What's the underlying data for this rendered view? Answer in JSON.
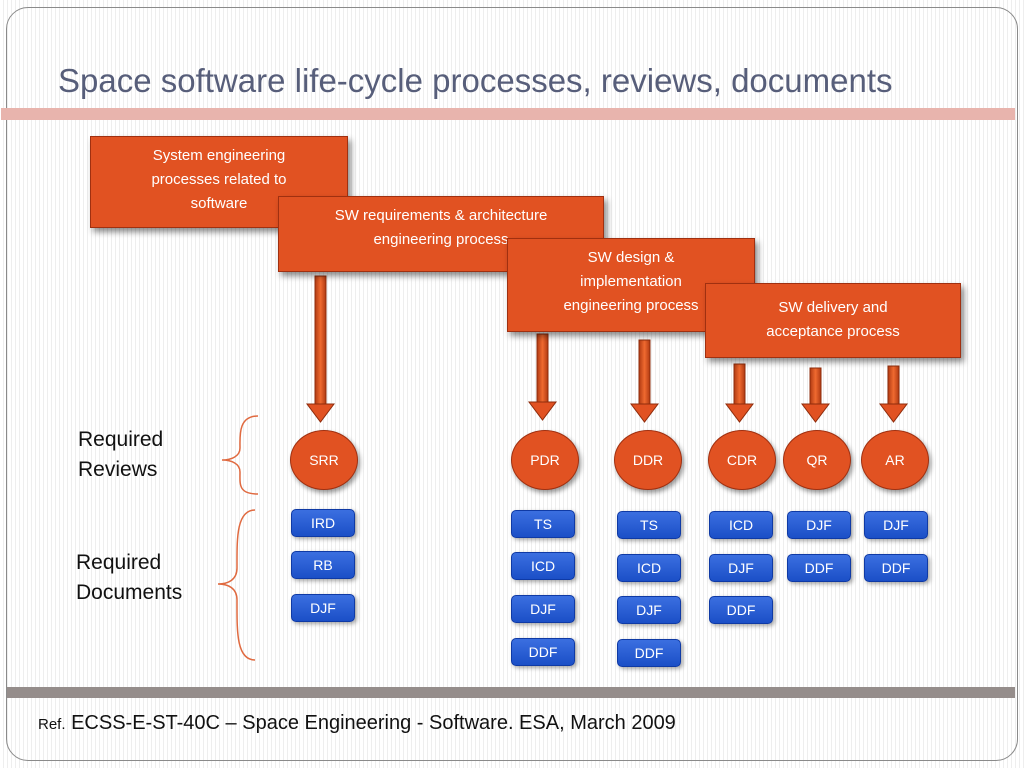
{
  "title": "Space software life-cycle processes, reviews, documents",
  "processes": [
    {
      "lines": [
        "System engineering",
        "processes related to",
        "software"
      ]
    },
    {
      "lines": [
        "SW requirements & architecture",
        "engineering process"
      ]
    },
    {
      "lines": [
        "SW design &",
        "implementation",
        "engineering process"
      ]
    },
    {
      "lines": [
        "SW delivery and",
        "acceptance process"
      ]
    }
  ],
  "side_labels": {
    "reviews": [
      "Required",
      "Reviews"
    ],
    "documents": [
      "Required",
      "Documents"
    ]
  },
  "reviews": [
    {
      "label": "SRR",
      "documents": [
        "IRD",
        "RB",
        "DJF"
      ]
    },
    {
      "label": "PDR",
      "documents": [
        "TS",
        "ICD",
        "DJF",
        "DDF"
      ]
    },
    {
      "label": "DDR",
      "documents": [
        "TS",
        "ICD",
        "DJF",
        "DDF"
      ]
    },
    {
      "label": "CDR",
      "documents": [
        "ICD",
        "DJF",
        "DDF"
      ]
    },
    {
      "label": "QR",
      "documents": [
        "DJF",
        "DDF"
      ]
    },
    {
      "label": "AR",
      "documents": [
        "DJF",
        "DDF"
      ]
    }
  ],
  "reference": {
    "prefix": "Ref.",
    "text": " ECSS-E-ST-40C – Space Engineering - Software. ESA, March 2009"
  },
  "colors": {
    "process": "#e15222",
    "document": "#2b5fd8",
    "bracket": "#e06a40",
    "title": "#575e7a"
  }
}
